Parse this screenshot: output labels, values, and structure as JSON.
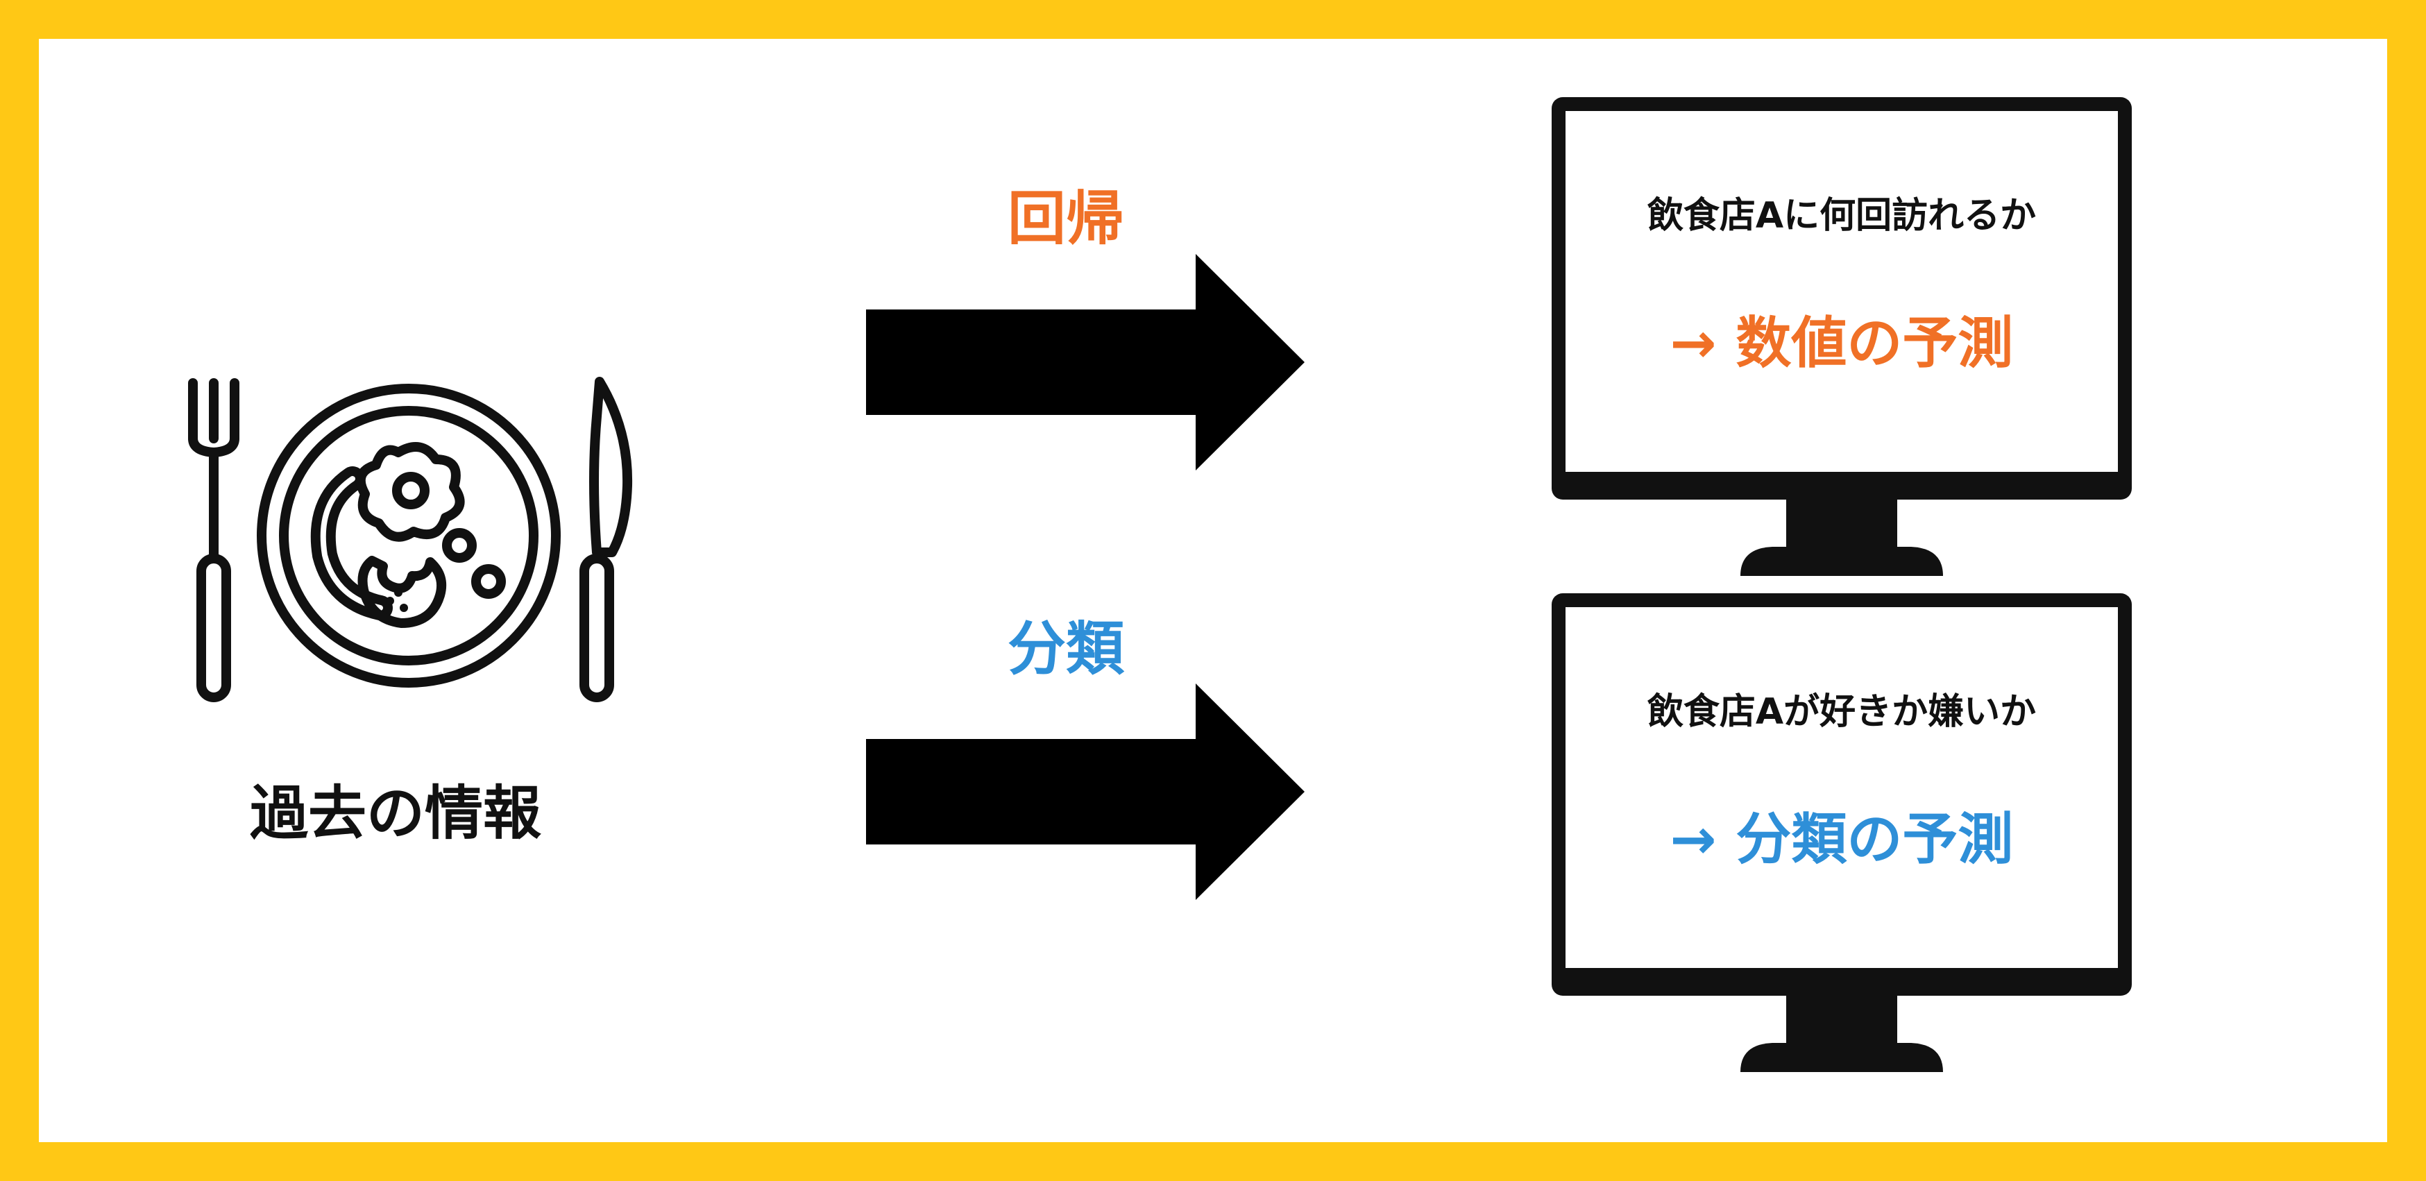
{
  "colors": {
    "frame": "#FFC815",
    "panel": "#FFFFFF",
    "ink": "#111111",
    "regression_accent": "#F07026",
    "classification_accent": "#2E8FD8"
  },
  "input": {
    "icon": "plate-with-fork-and-knife-icon",
    "label": "過去の情報"
  },
  "regression": {
    "method_label": "回帰",
    "question": "飲食店Aに何回訪れるか",
    "answer": "→ 数値の予測"
  },
  "classification": {
    "method_label": "分類",
    "question": "飲食店Aが好きか嫌いか",
    "answer": "→ 分類の予測"
  }
}
